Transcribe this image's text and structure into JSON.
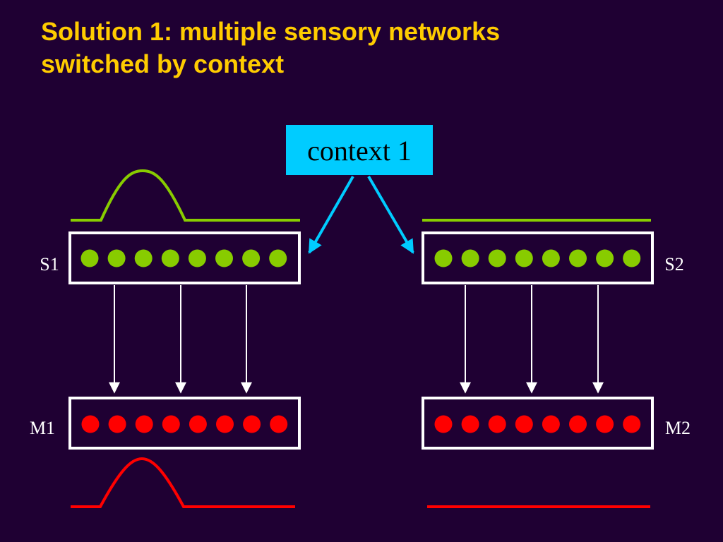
{
  "title": {
    "line1": "Solution 1: multiple sensory networks",
    "line2": "switched by context"
  },
  "context": {
    "label": "context 1",
    "color": "#00ccff"
  },
  "networks": {
    "S1": {
      "label": "S1",
      "units": 8,
      "color": "#88cc00"
    },
    "S2": {
      "label": "S2",
      "units": 8,
      "color": "#88cc00"
    },
    "M1": {
      "label": "M1",
      "units": 8,
      "color": "#ff0000"
    },
    "M2": {
      "label": "M2",
      "units": 8,
      "color": "#ff0000"
    }
  },
  "colors": {
    "background": "#1f0033",
    "title": "#ffcc00",
    "sensory_curve": "#88cc00",
    "motor_curve": "#ff0000",
    "box_border": "#ffffff"
  }
}
